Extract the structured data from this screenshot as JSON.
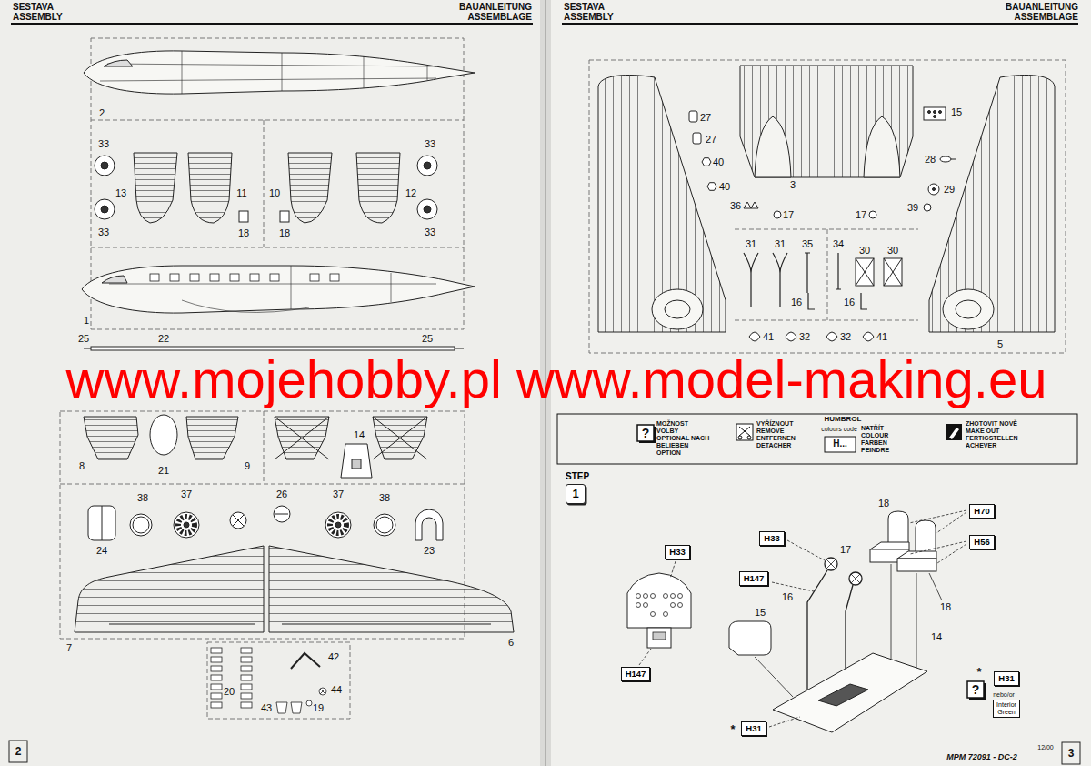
{
  "diagram": {
    "nodes": [
      {
        "text": [
          "STEP",
          "1"
        ]
      },
      {
        "text": [
          "H70"
        ]
      },
      {
        "text": [
          "H33"
        ]
      },
      {
        "text": [
          "H56"
        ]
      },
      {
        "text": [
          "H33"
        ]
      },
      {
        "text": [
          "H147"
        ]
      },
      {
        "text": [
          "H147"
        ]
      },
      {
        "text": [
          "H31"
        ]
      },
      {
        "text": [
          "Interior Green"
        ]
      },
      {
        "text": [
          "H31"
        ]
      }
    ],
    "labels": [
      "SESTAVA ASSEMBLY",
      "BAUANLEITUNG ASSEMBLAGE",
      "2",
      "33",
      "13",
      "11",
      "10",
      "12",
      "33",
      "33",
      "18",
      "18",
      "33",
      "1",
      "25",
      "22",
      "25",
      "8",
      "21",
      "9",
      "14",
      "38",
      "37",
      "26",
      "37",
      "38",
      "24",
      "23",
      "7",
      "6",
      "42",
      "20",
      "44",
      "19",
      "43",
      "2",
      "SESTAVA ASSEMBLY",
      "BAUANLEITUNG ASSEMBLAGE",
      "27",
      "27",
      "40",
      "40",
      "15",
      "28",
      "29",
      "3",
      "36",
      "17",
      "17",
      "39",
      "31",
      "31",
      "35",
      "34",
      "30",
      "30",
      "16",
      "16",
      "41",
      "32",
      "32",
      "41",
      "5",
      "www.mojehobby.pl www.model-making.eu",
      "?",
      "HUMBROL",
      "colours code",
      "H...",
      "18",
      "17",
      "16",
      "15",
      "18",
      "14",
      "*",
      "?",
      "nebo/or",
      "*",
      "MPM 72091 - DC-2",
      "12/00",
      "3"
    ],
    "legend": [
      {
        "text": "MOŽNOST VOLBY OPTIONAL NACH BELIEBEN OPTION"
      },
      {
        "text": "VYŘÍZNOUT REMOVE ENTFERNEN DETACHER"
      },
      {
        "text": "NATŘÍT COLOUR FARBEN PEINDRE"
      },
      {
        "text": "ZHOTOVIT NOVĚ MAKE OUT FERTIGSTELLEN ACHEVER"
      }
    ]
  }
}
